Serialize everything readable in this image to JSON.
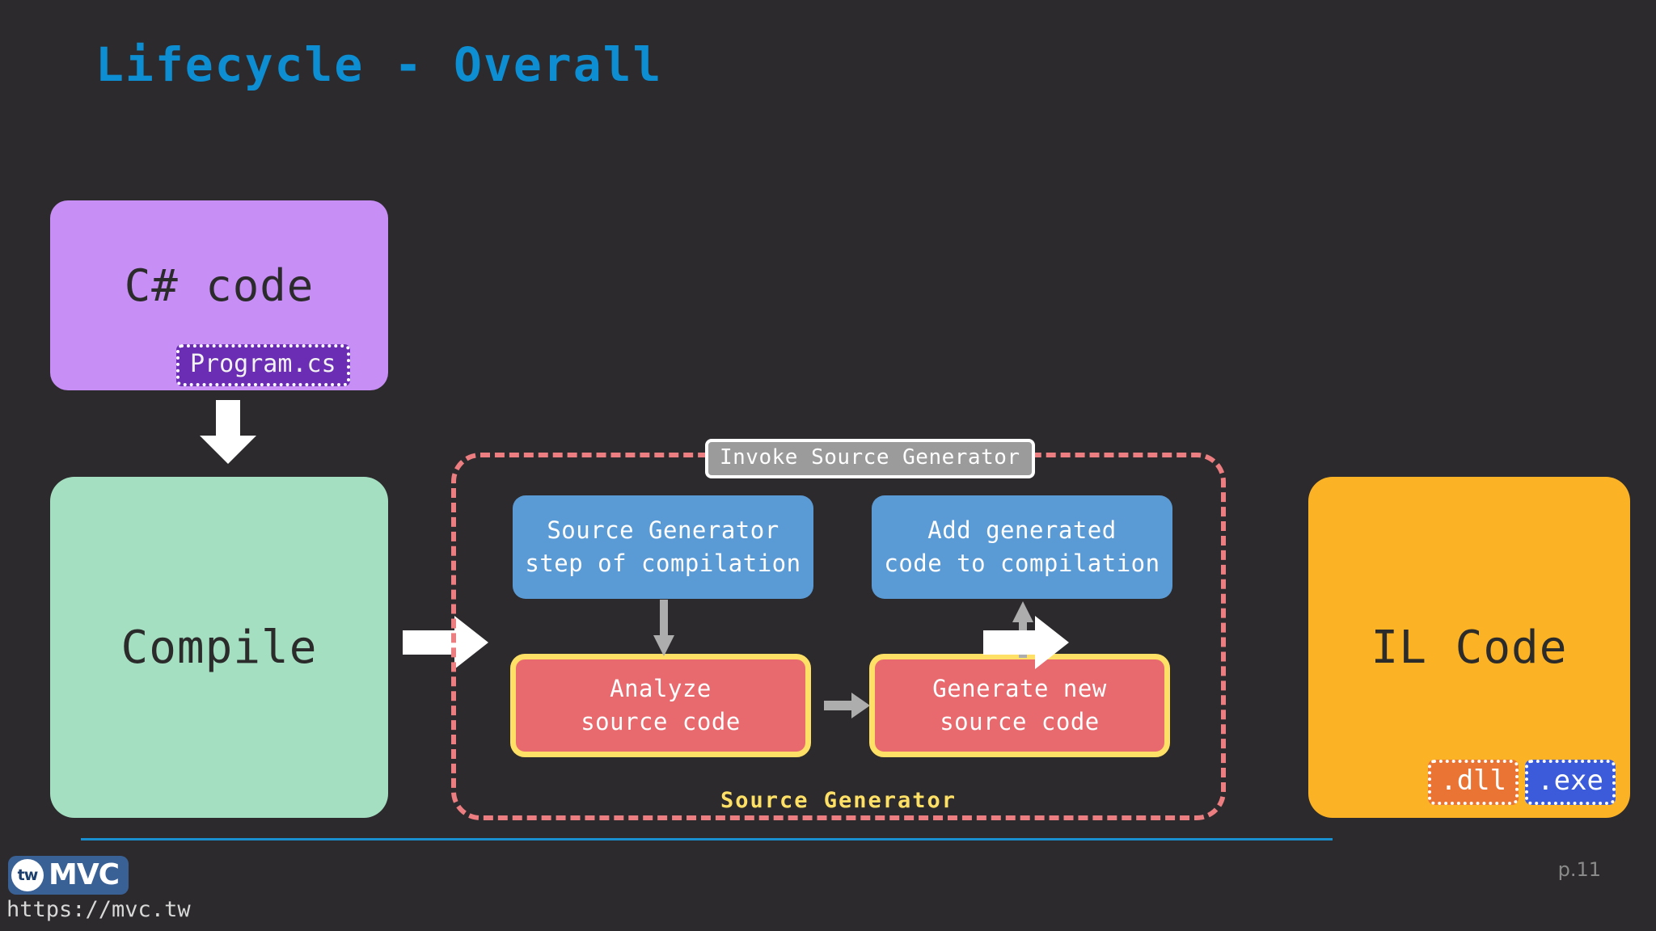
{
  "slide": {
    "title": "Lifecycle - Overall",
    "page_number": "p.11",
    "accent_color": "#0d8ed2",
    "background_color": "#2c2a2c"
  },
  "nodes": {
    "csharp": {
      "label": "C# code",
      "badge": "Program.cs",
      "color": "#c78ef6",
      "badge_color": "#6a2db3"
    },
    "compile": {
      "label": "Compile",
      "color": "#a5dfc2"
    },
    "il_code": {
      "label": "IL Code",
      "color": "#fbb224",
      "outputs": [
        {
          "label": ".dll",
          "color": "#ea7434"
        },
        {
          "label": ".exe",
          "color": "#3b5bdb"
        }
      ]
    }
  },
  "source_generator": {
    "chip_label": "Invoke Source Generator",
    "footer_label": "Source Generator",
    "border_color": "#ec7d80",
    "footer_color": "#ffe066",
    "steps": [
      {
        "label": "Source Generator\nstep of compilation",
        "color": "#5b9bd5",
        "kind": "blue"
      },
      {
        "label": "Add generated\ncode to compilation",
        "color": "#5b9bd5",
        "kind": "blue"
      },
      {
        "label": "Analyze\nsource code",
        "color": "#e8696e",
        "kind": "red"
      },
      {
        "label": "Generate new\nsource code",
        "color": "#e8696e",
        "kind": "red"
      }
    ]
  },
  "arrows": {
    "csharp_to_compile": "arrow-down-white",
    "compile_to_generator": "arrow-right-white",
    "generator_to_ilcode": "arrow-right-white",
    "step1_to_analyze": "arrow-down-gray",
    "analyze_to_generate": "arrow-right-gray",
    "generate_to_step2": "arrow-up-gray"
  },
  "footer": {
    "logo_mark": "tw",
    "logo_text": "MVC",
    "url": "https://mvc.tw",
    "rule_color": "#1a8fd0"
  }
}
